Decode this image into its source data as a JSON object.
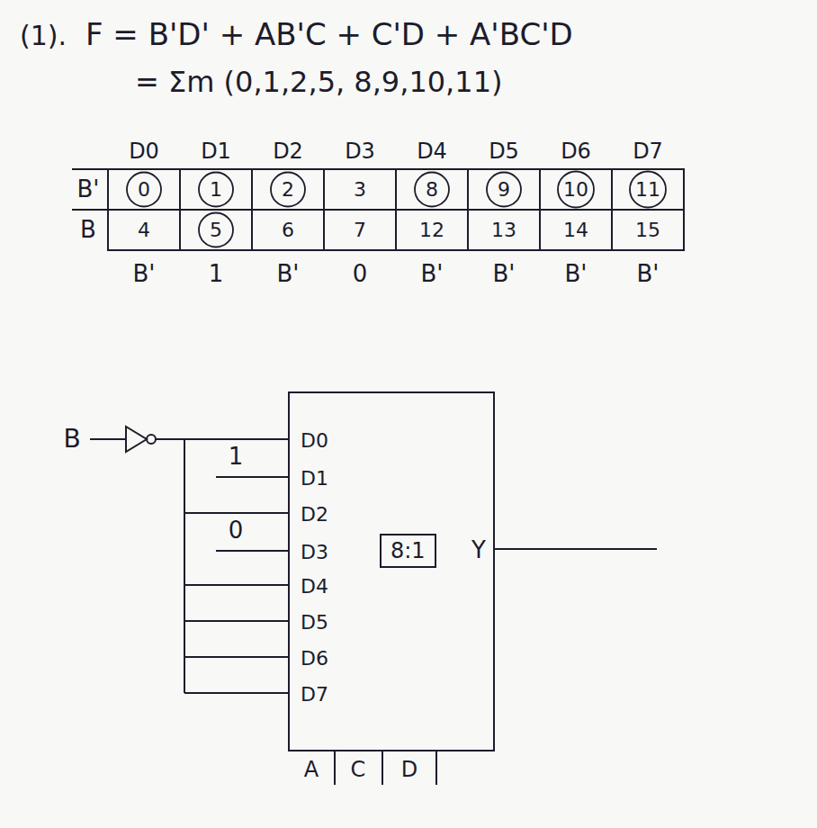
{
  "diagram": {
    "nodes": [
      {
        "text": [
          "D0",
          "D1",
          "D2",
          "D3",
          "D4",
          "D5",
          "D6",
          "D7",
          "Y"
        ]
      },
      {
        "text": [
          "8:1"
        ],
        "in": 0
      }
    ],
    "labels": [
      "(1).",
      "F = B'D' + AB'C + C'D + A'BC'D",
      "= Σm (0,1,2,5, 8,9,10,11)",
      "D0",
      "D1",
      "D2",
      "D3",
      "D4",
      "D5",
      "D6",
      "D7",
      "B'",
      "B",
      "0",
      "1",
      "2",
      "3",
      "8",
      "9",
      "10",
      "11",
      "4",
      "5",
      "6",
      "7",
      "12",
      "13",
      "14",
      "15",
      "B'",
      "1",
      "B'",
      "0",
      "B'",
      "B'",
      "B'",
      "B'",
      "B",
      "1",
      "0",
      "A",
      "C",
      "D"
    ]
  }
}
